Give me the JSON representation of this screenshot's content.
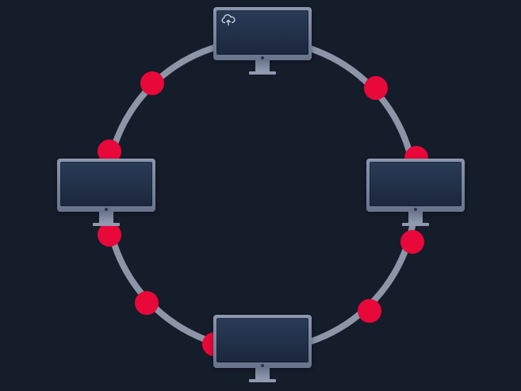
{
  "diagram": {
    "type": "ring-network",
    "node_count": 4,
    "packet_count": 8,
    "colors": {
      "background": "#151c2a",
      "ring": "#8c96a8",
      "packet": "#e8083a",
      "monitor_frame": "#7d889e",
      "monitor_screen": "#22314a"
    },
    "nodes": [
      {
        "id": "top",
        "icon": "cloud-upload-icon"
      },
      {
        "id": "right",
        "icon": ""
      },
      {
        "id": "bottom",
        "icon": ""
      },
      {
        "id": "left",
        "icon": ""
      }
    ]
  }
}
